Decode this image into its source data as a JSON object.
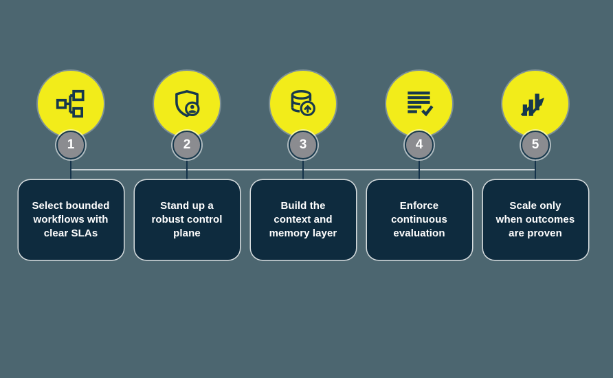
{
  "palette": {
    "background": "#4C6670",
    "circle_yellow": "#F2EC1A",
    "icon_navy": "#17384C",
    "card_navy": "#0E2B3E",
    "badge_gray": "#8B8C90",
    "text_white": "#FFFFFF",
    "connector_light": "#DEE4E6",
    "connector_dark": "#14324A"
  },
  "steps": [
    {
      "number": "1",
      "icon": "workflow-icon",
      "label": "Select bounded\nworkflows with\nclear SLAs"
    },
    {
      "number": "2",
      "icon": "shield-user-icon",
      "label": "Stand up a\nrobust control\nplane"
    },
    {
      "number": "3",
      "icon": "database-upload-icon",
      "label": "Build the\ncontext and\nmemory layer"
    },
    {
      "number": "4",
      "icon": "checklist-icon",
      "label": "Enforce\ncontinuous\nevaluation"
    },
    {
      "number": "5",
      "icon": "growth-chart-icon",
      "label": "Scale only\nwhen outcomes\nare proven"
    }
  ]
}
